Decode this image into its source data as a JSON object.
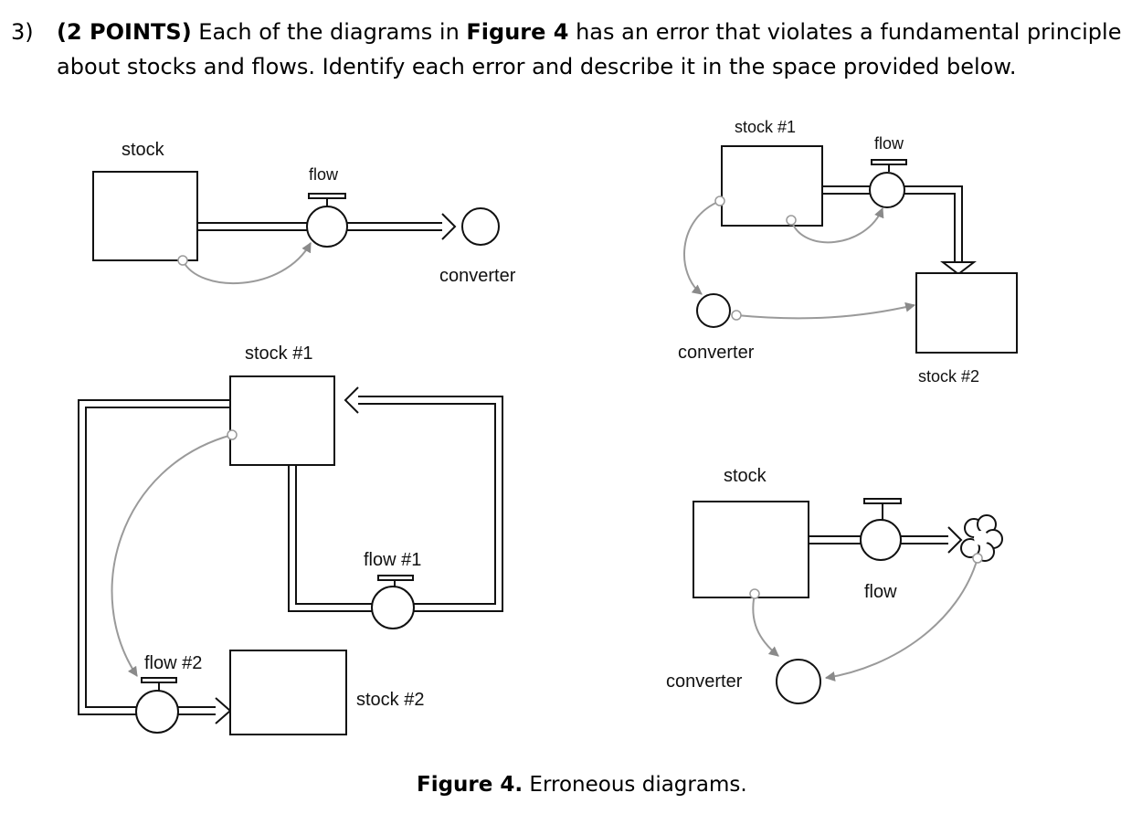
{
  "question": {
    "number": "3)",
    "points": "(2 POINTS)",
    "text_before_ref": " Each of the diagrams in ",
    "figure_ref": "Figure 4",
    "text_after_ref": " has an error that violates a fundamental principle about stocks and flows.  Identify each error and describe it in the space provided below."
  },
  "diagram_a": {
    "stock": "stock",
    "flow": "flow",
    "converter": "converter"
  },
  "diagram_b": {
    "stock1": "stock #1",
    "flow": "flow",
    "converter": "converter",
    "stock2": "stock #2"
  },
  "diagram_c": {
    "stock1": "stock #1",
    "flow1": "flow #1",
    "flow2": "flow #2",
    "stock2": "stock #2"
  },
  "diagram_d": {
    "stock": "stock",
    "flow": "flow",
    "converter": "converter"
  },
  "caption": {
    "label": "Figure 4.",
    "text": " Erroneous diagrams."
  },
  "colors": {
    "line": "#111111",
    "connector": "#9a9a9a",
    "arrowhead": "#8a8a8a"
  }
}
